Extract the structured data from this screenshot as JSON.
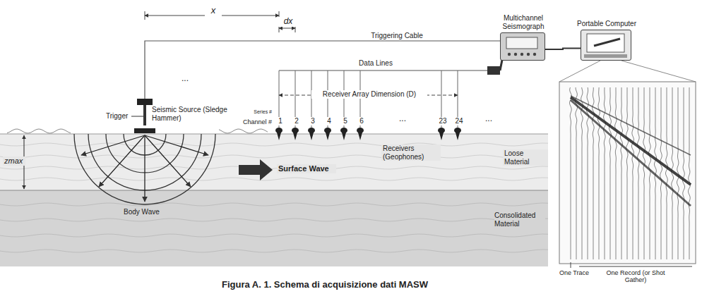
{
  "diagram": {
    "caption": "Figura A. 1. Schema di acquisizione dati MASW",
    "nodes": [
      {
        "text": [
          "Multichannel Seismograph"
        ]
      },
      {
        "text": [
          "Portable Computer"
        ]
      }
    ],
    "edges": [
      {
        "from": 0,
        "to": 1,
        "arrow": "none"
      }
    ],
    "labels": [
      "x",
      "dx",
      "Triggering Cable",
      "Data Lines",
      "Receiver Array Dimension (D)",
      "Seismic Source (Sledge Hammer)",
      "Trigger",
      "Series #",
      "Channel #",
      "1",
      "2",
      "3",
      "4",
      "5",
      "6",
      "23",
      "24",
      "...",
      "...",
      "...",
      "Surface Wave",
      "Receivers (Geophones)",
      "Loose Material",
      "Consolidated Material",
      "Body Wave",
      "zmax",
      "One Trace",
      "One Record (or Shot Gather)"
    ]
  }
}
